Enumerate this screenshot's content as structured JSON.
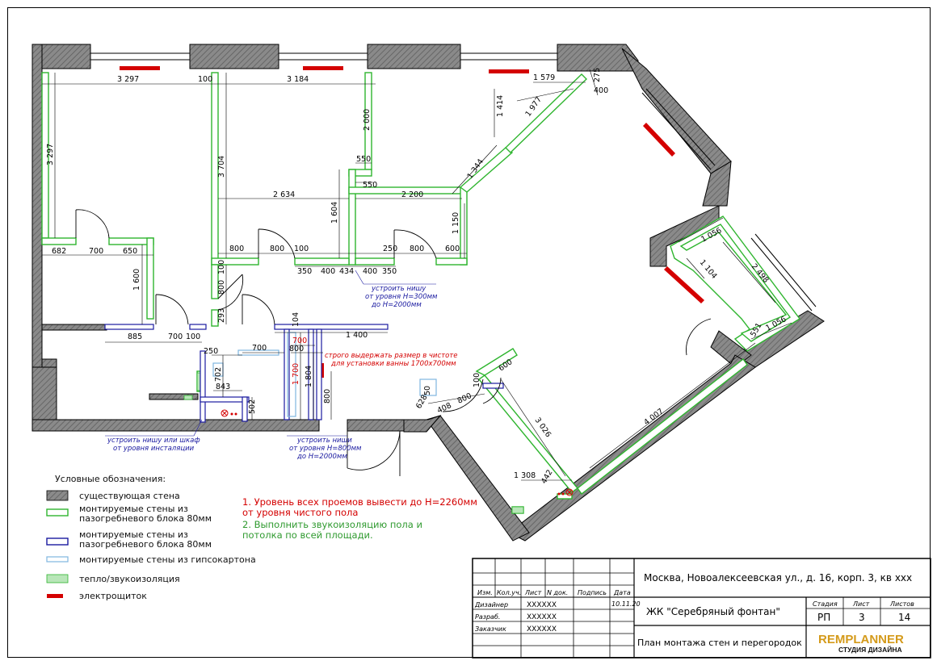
{
  "dimensions": {
    "top_3297": "3 297",
    "top_100": "100",
    "top_3184": "3 184",
    "top_1579": "1 579",
    "top_275": "275",
    "top_400": "400",
    "left_3297": "3 297",
    "v_3704": "3 704",
    "v_2000": "2 000",
    "v_1604": "1 604",
    "d_1414": "1 414",
    "d_1977": "1 977",
    "d_1344": "1 344",
    "v_1150": "1 150",
    "h_550a": "550",
    "h_550b": "550",
    "h_2634": "2 634",
    "h_2200": "2 200",
    "r1_800a": "800",
    "r1_800b": "800",
    "r1_100": "100",
    "r1_250": "250",
    "r1_800c": "800",
    "r1_600": "600",
    "r2_350a": "350",
    "r2_400a": "400",
    "r2_434": "434",
    "r2_400b": "400",
    "r2_350b": "350",
    "l_682": "682",
    "l_700": "700",
    "l_650": "650",
    "v_1600": "1 600",
    "b_885": "885",
    "b_700": "700",
    "b_100": "100",
    "v_100": "100",
    "v_800": "800",
    "v_293": "293",
    "c_250": "250",
    "c_702": "702",
    "c_843": "843",
    "c_502": "502",
    "c_700": "700",
    "c_104": "104",
    "c_1400": "1 400",
    "c_700r": "700",
    "c_800": "800",
    "v_1700": "1 700",
    "v_1804": "1 804",
    "v_800b": "800",
    "rr_1056a": "1 056",
    "rr_1104": "1 104",
    "rr_2498": "2 498",
    "rr_551": "551",
    "rr_1056b": "1 056",
    "s_600": "600",
    "s_100": "100",
    "s_628": "628",
    "s_50": "50",
    "s_408": "408",
    "s_800": "800",
    "s_3026": "3 026",
    "s_4007": "4 007",
    "s_1308": "1 308",
    "s_442": "442"
  },
  "notes": {
    "niche_top_1": "устроить нишу",
    "niche_top_2": "от уровня Н=300мм",
    "niche_top_3": "до Н=2000мм",
    "bath_1": "строго выдержать размер в чистоте",
    "bath_2": "для установки ванны 1700х700мм",
    "niche_left_1": "устроить нишу или шкаф",
    "niche_left_2": "от уровня инсталяции",
    "niche_mid_1": "устроить ниши",
    "niche_mid_2": "от уровня Н=800мм",
    "niche_mid_3": "до Н=2000мм"
  },
  "legend": {
    "title": "Условные обозначения:",
    "items": [
      {
        "label": [
          "существующая стена"
        ],
        "color": "#707070"
      },
      {
        "label": [
          "монтируемые стены из",
          "пазогребневого блока 80мм"
        ],
        "color": "#2fb52f"
      },
      {
        "label": [
          "монтируемые стены из",
          "пазогребневого блока 80мм"
        ],
        "color": "#1a1aa0"
      },
      {
        "label": [
          "монтируемые стены из гипсокартона"
        ],
        "color": "#7fb6e0"
      },
      {
        "label": [
          "тепло/звукоизоляция"
        ],
        "color": "#b8e6b8"
      },
      {
        "label": [
          "электрощиток"
        ],
        "color": "#d40000"
      }
    ]
  },
  "general_notes": {
    "n1a": "1. Уровень всех проемов вывести до Н=2260мм",
    "n1b": "от уровня чистого пола",
    "n2a": "2. Выполнить звукоизоляцию пола и",
    "n2b": "потолка по всей площади."
  },
  "title_block": {
    "headers": [
      "Изм.",
      "Кол.уч.",
      "Лист",
      "N док.",
      "Подпись",
      "Дата"
    ],
    "rows": [
      {
        "role": "Дизайнер",
        "name": "XXXXXX",
        "date": "10.11.20"
      },
      {
        "role": "Разраб.",
        "name": "XXXXXX",
        "date": ""
      },
      {
        "role": "Заказчик",
        "name": "XXXXXX",
        "date": ""
      }
    ],
    "address": "Москва, Новоалексеевская ул., д. 16, корп. 3, кв ххх",
    "complex": "ЖК \"Серебряный фонтан\"",
    "stage_label": "Стадия",
    "sheet_label": "Лист",
    "sheets_label": "Листов",
    "stage": "РП",
    "sheet": "3",
    "sheets": "14",
    "sheet_title": "План монтажа стен и перегородок",
    "logo_main": "REMPLANNER",
    "logo_sub": "СТУДИЯ ДИЗАЙНА",
    "logo_color": "#d49a1a"
  },
  "colors": {
    "existing_wall": "#707070",
    "block_green": "#2fb52f",
    "block_blue": "#1a1aa0",
    "drywall": "#7fb6e0",
    "insulation": "#b8e6b8",
    "panel": "#d40000"
  }
}
